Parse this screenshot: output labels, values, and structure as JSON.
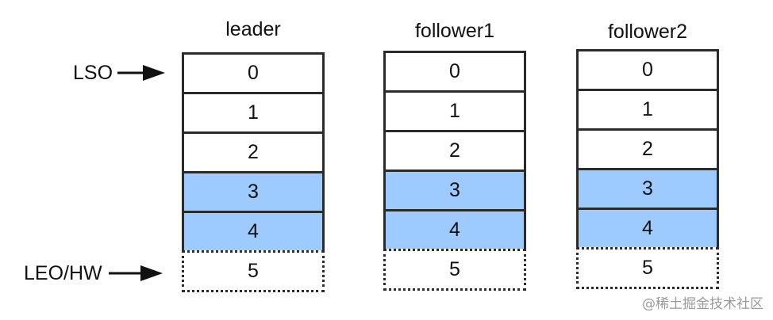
{
  "columns": [
    {
      "title": "leader",
      "cells": [
        {
          "label": "0",
          "state": "normal"
        },
        {
          "label": "1",
          "state": "normal"
        },
        {
          "label": "2",
          "state": "normal"
        },
        {
          "label": "3",
          "state": "highlighted"
        },
        {
          "label": "4",
          "state": "highlighted"
        },
        {
          "label": "5",
          "state": "pending"
        }
      ]
    },
    {
      "title": "follower1",
      "cells": [
        {
          "label": "0",
          "state": "normal"
        },
        {
          "label": "1",
          "state": "normal"
        },
        {
          "label": "2",
          "state": "normal"
        },
        {
          "label": "3",
          "state": "highlighted"
        },
        {
          "label": "4",
          "state": "highlighted"
        },
        {
          "label": "5",
          "state": "pending"
        }
      ]
    },
    {
      "title": "follower2",
      "cells": [
        {
          "label": "0",
          "state": "normal"
        },
        {
          "label": "1",
          "state": "normal"
        },
        {
          "label": "2",
          "state": "normal"
        },
        {
          "label": "3",
          "state": "highlighted"
        },
        {
          "label": "4",
          "state": "highlighted"
        },
        {
          "label": "5",
          "state": "pending"
        }
      ]
    }
  ],
  "markers": {
    "lso": {
      "label": "LSO",
      "icon": "arrow-right-icon"
    },
    "leo_hw": {
      "label": "LEO/HW",
      "icon": "arrow-right-icon"
    }
  },
  "colors": {
    "highlight": "#9ecbff",
    "border": "#2b2b2b"
  },
  "watermark": "@稀土掘金技术社区"
}
